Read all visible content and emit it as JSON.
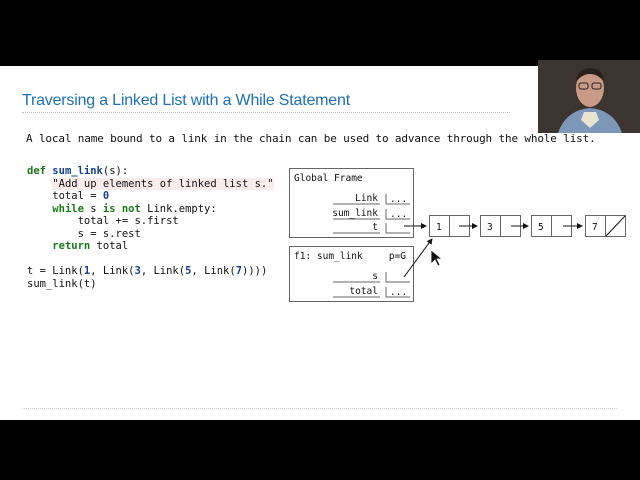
{
  "slide": {
    "title": "Traversing a Linked List with a While Statement",
    "subtitle": "A local name bound to a link in the chain can be used to advance through the whole list."
  },
  "code": {
    "lines": [
      [
        "def",
        " ",
        "sum_link",
        "(s):"
      ],
      [
        "    ",
        "\"Add up elements of linked list s.\""
      ],
      [
        "    total = ",
        "0"
      ],
      [
        "    ",
        "while",
        " s ",
        "is not",
        " Link.empty:"
      ],
      [
        "        total += s.first"
      ],
      [
        "        s = s.rest"
      ],
      [
        "    ",
        "return",
        " total"
      ],
      [
        ""
      ],
      [
        "t = Link(",
        "1",
        ", Link(",
        "3",
        ", Link(",
        "5",
        ", Link(",
        "7",
        "))))"
      ],
      [
        "sum_link(t)"
      ]
    ]
  },
  "diagram": {
    "global_frame": {
      "title": "Global Frame",
      "bindings": [
        {
          "name": "Link",
          "value": "..."
        },
        {
          "name": "sum_link",
          "value": "..."
        },
        {
          "name": "t",
          "value": ""
        }
      ]
    },
    "local_frame": {
      "title": "f1: sum_link",
      "parent": "p=G",
      "bindings": [
        {
          "name": "s",
          "value": ""
        },
        {
          "name": "total",
          "value": "..."
        }
      ]
    },
    "linked_list": [
      "1",
      "3",
      "5",
      "7"
    ]
  },
  "webcam": {
    "icon": "presenter-video"
  },
  "colors": {
    "title": "#1f6fb5",
    "keyword": "#1a7a1a",
    "function": "#1a3f8f",
    "docstring_bg": "#fbecec"
  }
}
